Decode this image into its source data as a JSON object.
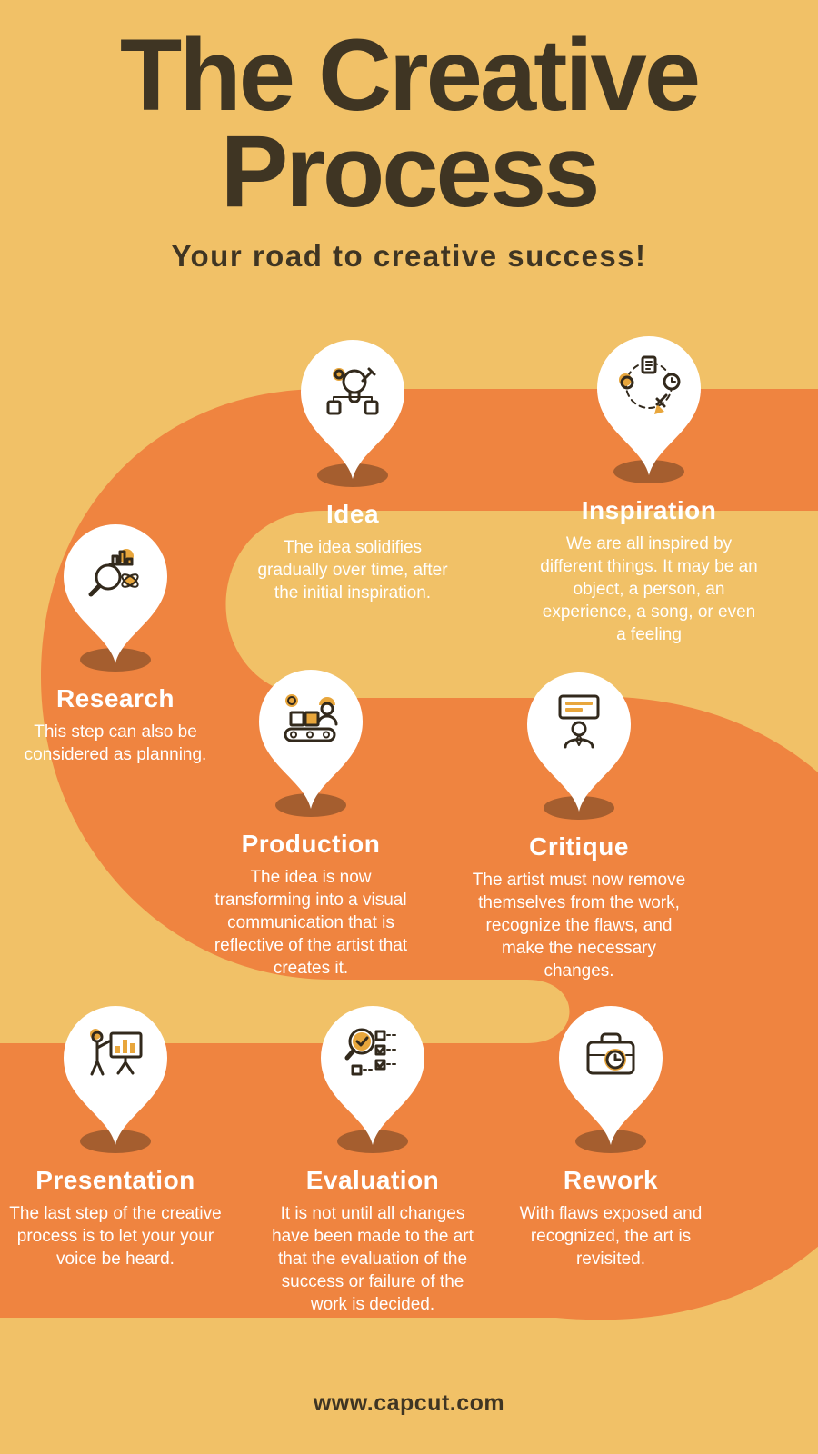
{
  "title": {
    "line1": "The Creative",
    "line2": "Process"
  },
  "subtitle": "Your road to creative success!",
  "footer": "www.capcut.com",
  "colors": {
    "background": "#F1C167",
    "road": "#EF8440",
    "title_text": "#3F3523",
    "step_text": "#FFFFFF",
    "pin_fill": "#FFFFFF",
    "pin_shadow": "#A55E2F",
    "accent": "#E8A63C",
    "icon_line": "#32291C"
  },
  "steps": [
    {
      "id": "idea",
      "label": "Idea",
      "icon": "idea-icon",
      "description": "The idea solidifies gradually over time, after the initial inspiration."
    },
    {
      "id": "inspiration",
      "label": "Inspiration",
      "icon": "inspiration-icon",
      "description": "We are all inspired by different things.  It may be an object, a person, an experience, a song, or even a feeling"
    },
    {
      "id": "research",
      "label": "Research",
      "icon": "research-icon",
      "description": "This step can also be considered as planning."
    },
    {
      "id": "production",
      "label": "Production",
      "icon": "production-icon",
      "description": "The idea is now transforming into a visual communication that is reflective of the artist that creates it."
    },
    {
      "id": "critique",
      "label": "Critique",
      "icon": "critique-icon",
      "description": "The artist must now remove themselves from the work, recognize the flaws, and make the necessary changes."
    },
    {
      "id": "presentation",
      "label": "Presentation",
      "icon": "presentation-icon",
      "description": "The last step of the creative process is to let your your voice be heard."
    },
    {
      "id": "evaluation",
      "label": "Evaluation",
      "icon": "evaluation-icon",
      "description": "It is not until all changes have been made to the art that the evaluation of the success or failure of the work is decided."
    },
    {
      "id": "rework",
      "label": "Rework",
      "icon": "rework-icon",
      "description": "With flaws exposed and recognized, the art is revisited."
    }
  ]
}
